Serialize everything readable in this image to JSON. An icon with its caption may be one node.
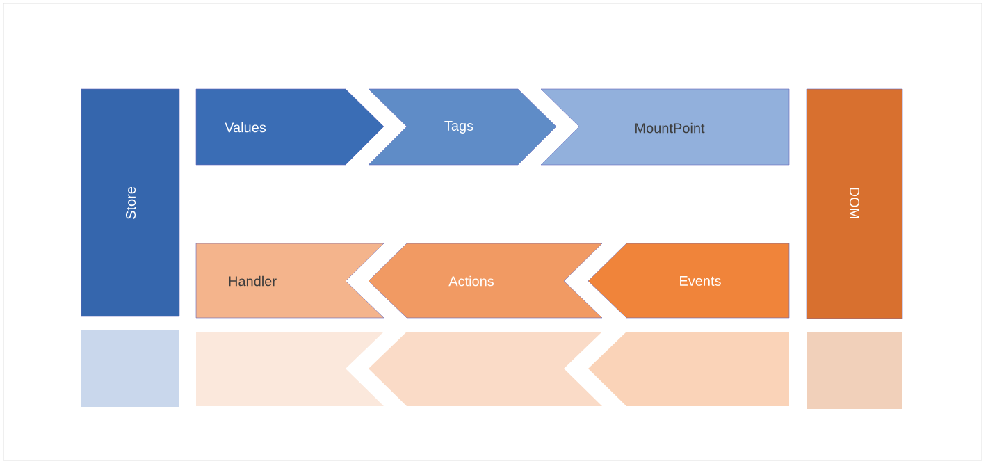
{
  "diagram": {
    "nodes": [
      {
        "text": [
          "Store"
        ]
      },
      {
        "text": [
          "Values"
        ]
      },
      {
        "text": [
          "Tags"
        ]
      },
      {
        "text": [
          "MountPoint"
        ]
      },
      {
        "text": [
          "DOM"
        ]
      },
      {
        "text": [
          "Handler"
        ]
      },
      {
        "text": [
          "Actions"
        ]
      },
      {
        "text": [
          "Events"
        ]
      }
    ]
  }
}
